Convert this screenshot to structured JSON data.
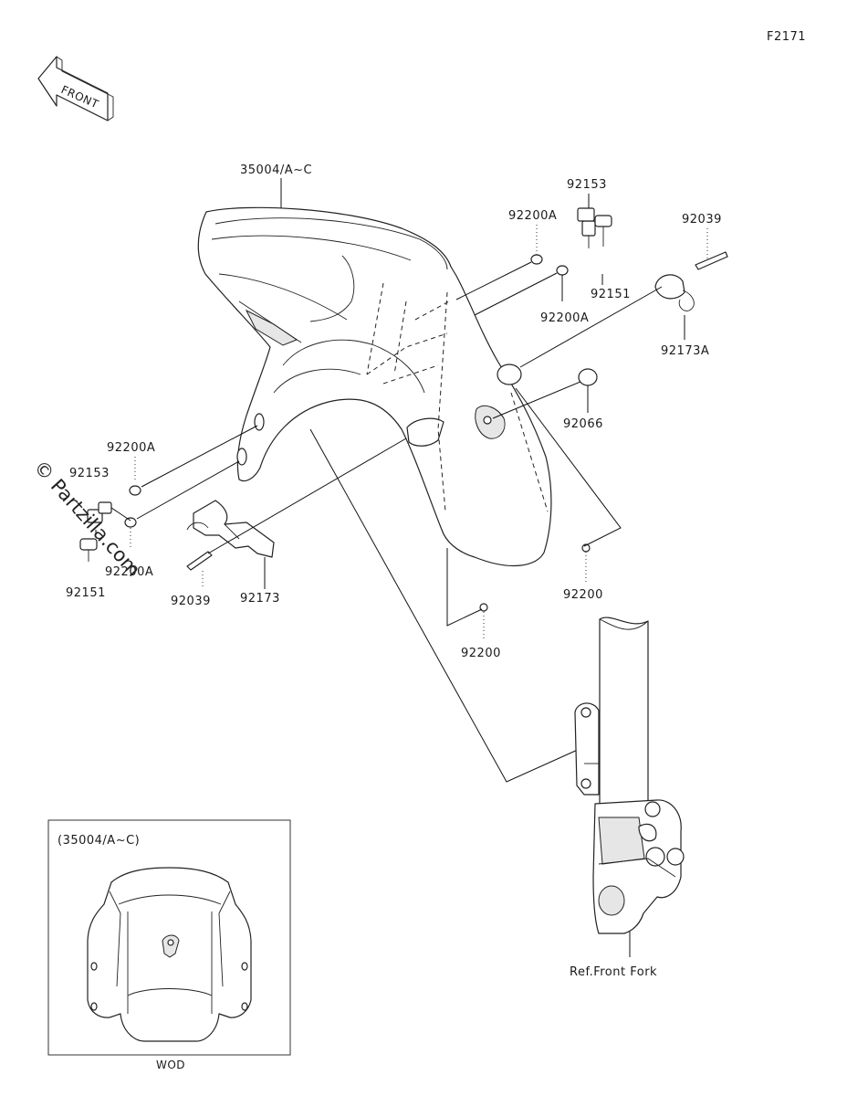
{
  "diagram_code": "F2171",
  "front_label": "FRONT",
  "labels": {
    "fender": "35004/A~C",
    "bolt_92153_right": "92153",
    "collar_92200A_top": "92200A",
    "bolt_92151_right": "92151",
    "collar_92200A_right": "92200A",
    "cap_92039_right": "92039",
    "clamp_92173A": "92173A",
    "grommet_92066": "92066",
    "nut_92200_right": "92200",
    "nut_92200_bottom": "92200",
    "collar_92200A_left": "92200A",
    "bolt_92153_left": "92153",
    "collar_92200A_left2": "92200A",
    "bolt_92151_left": "92151",
    "cap_92039_left": "92039",
    "clamp_92173": "92173",
    "ref_fork": "Ref.Front Fork"
  },
  "inset": {
    "title": "(35004/A~C)",
    "caption": "WOD"
  },
  "watermark": "© Partzilla.com"
}
